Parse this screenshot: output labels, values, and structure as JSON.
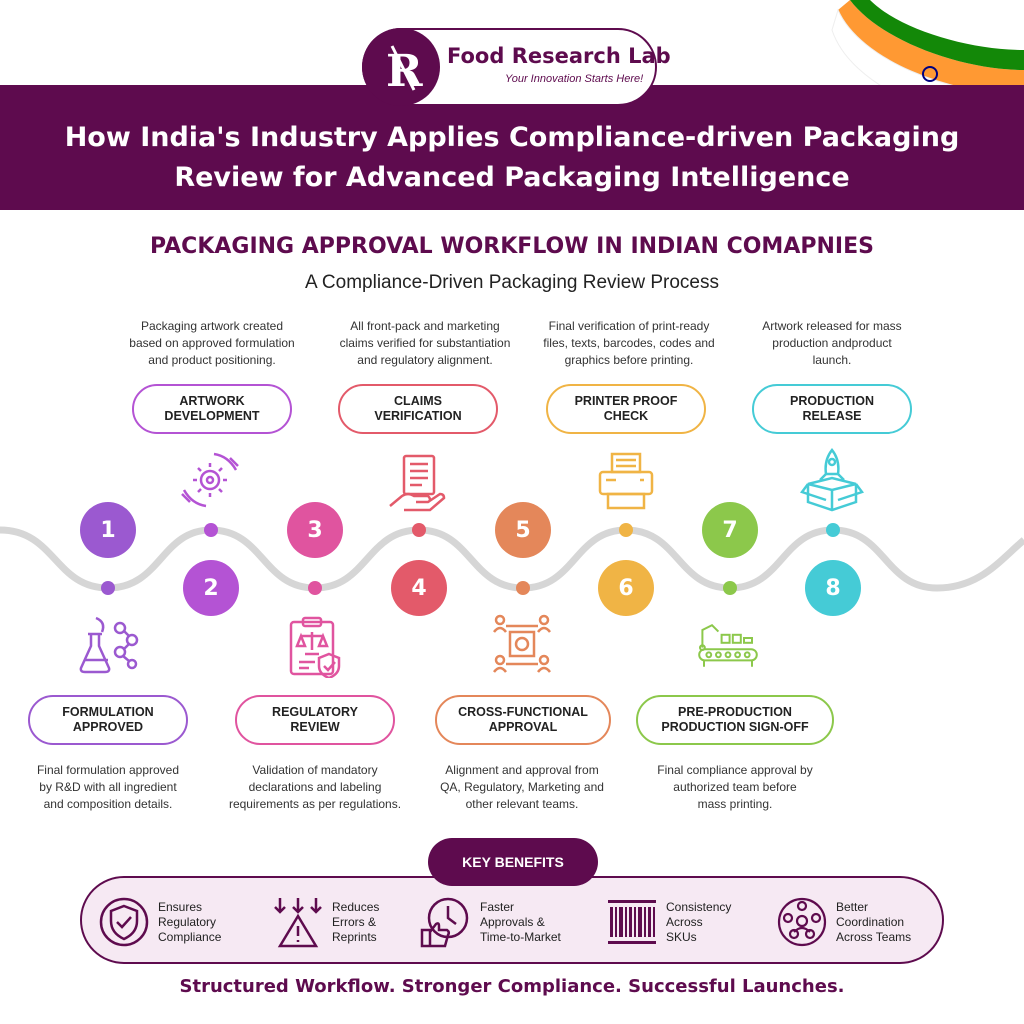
{
  "brand": {
    "name": "Food Research Lab",
    "tagline": "Your Innovation Starts Here!",
    "color": "#5e0b4e"
  },
  "header": {
    "title_line1": "How India's Industry Applies Compliance-driven Packaging",
    "title_line2": "Review for Advanced Packaging Intelligence"
  },
  "section": {
    "title": "PACKAGING APPROVAL WORKFLOW IN INDIAN COMAPNIES",
    "subtitle": "A Compliance-Driven Packaging Review Process"
  },
  "steps": [
    {
      "number": "1",
      "color": "#9b59d0",
      "title1": "FORMULATION",
      "title2": "APPROVED",
      "desc": [
        "Final formulation approved",
        "by R&D with all ingredient",
        "and composition details."
      ],
      "icon": "flask-molecule-icon"
    },
    {
      "number": "2",
      "color": "#b453d4",
      "title1": "ARTWORK",
      "title2": "DEVELOPMENT",
      "desc": [
        "Packaging artwork created",
        "based on approved formulation",
        "and product positioning."
      ],
      "icon": "gear-hands-icon"
    },
    {
      "number": "3",
      "color": "#e0549f",
      "title1": "REGULATORY",
      "title2": "REVIEW",
      "desc": [
        "Validation of mandatory",
        "declarations and labeling",
        "requirements as per regulations."
      ],
      "icon": "clipboard-scale-icon"
    },
    {
      "number": "4",
      "color": "#e35a6a",
      "title1": "CLAIMS",
      "title2": "VERIFICATION",
      "desc": [
        "All front-pack and marketing",
        "claims verified for substantiation",
        "and regulatory alignment."
      ],
      "icon": "document-hand-icon"
    },
    {
      "number": "5",
      "color": "#e4875a",
      "title1": "CROSS-FUNCTIONAL",
      "title2": "APPROVAL",
      "desc": [
        "Alignment and approval from",
        "QA, Regulatory, Marketing and",
        "other relevant teams."
      ],
      "icon": "team-gear-icon"
    },
    {
      "number": "6",
      "color": "#f0b445",
      "title1": "PRINTER PROOF",
      "title2": "CHECK",
      "desc": [
        "Final verification of print-ready",
        "files, texts, barcodes, codes and",
        "graphics before printing."
      ],
      "icon": "printer-icon"
    },
    {
      "number": "7",
      "color": "#8cc84b",
      "title1": "PRE-PRODUCTION",
      "title2": "PRODUCTION SIGN-OFF",
      "desc": [
        "Final compliance approval by",
        "authorized team before",
        "mass printing."
      ],
      "icon": "conveyor-robot-icon"
    },
    {
      "number": "8",
      "color": "#45cbd6",
      "title1": "PRODUCTION",
      "title2": "RELEASE",
      "desc": [
        "Artwork released for mass",
        "production andproduct",
        "launch."
      ],
      "icon": "rocket-box-icon"
    }
  ],
  "benefits": {
    "label": "KEY BENEFITS",
    "items": [
      {
        "l1": "Ensures",
        "l2": "Regulatory",
        "l3": "Compliance",
        "icon": "shield-check-icon"
      },
      {
        "l1": "Reduces",
        "l2": "Errors &",
        "l3": "Reprints",
        "icon": "warning-arrows-icon"
      },
      {
        "l1": "Faster",
        "l2": "Approvals &",
        "l3": "Time-to-Market",
        "icon": "clock-thumb-icon"
      },
      {
        "l1": "Consistency",
        "l2": "Across",
        "l3": "SKUs",
        "icon": "barcode-icon"
      },
      {
        "l1": "Better",
        "l2": "Coordination",
        "l3": "Across Teams",
        "icon": "team-circle-icon"
      }
    ]
  },
  "footer": "Structured Workflow. Stronger Compliance. Successful Launches."
}
